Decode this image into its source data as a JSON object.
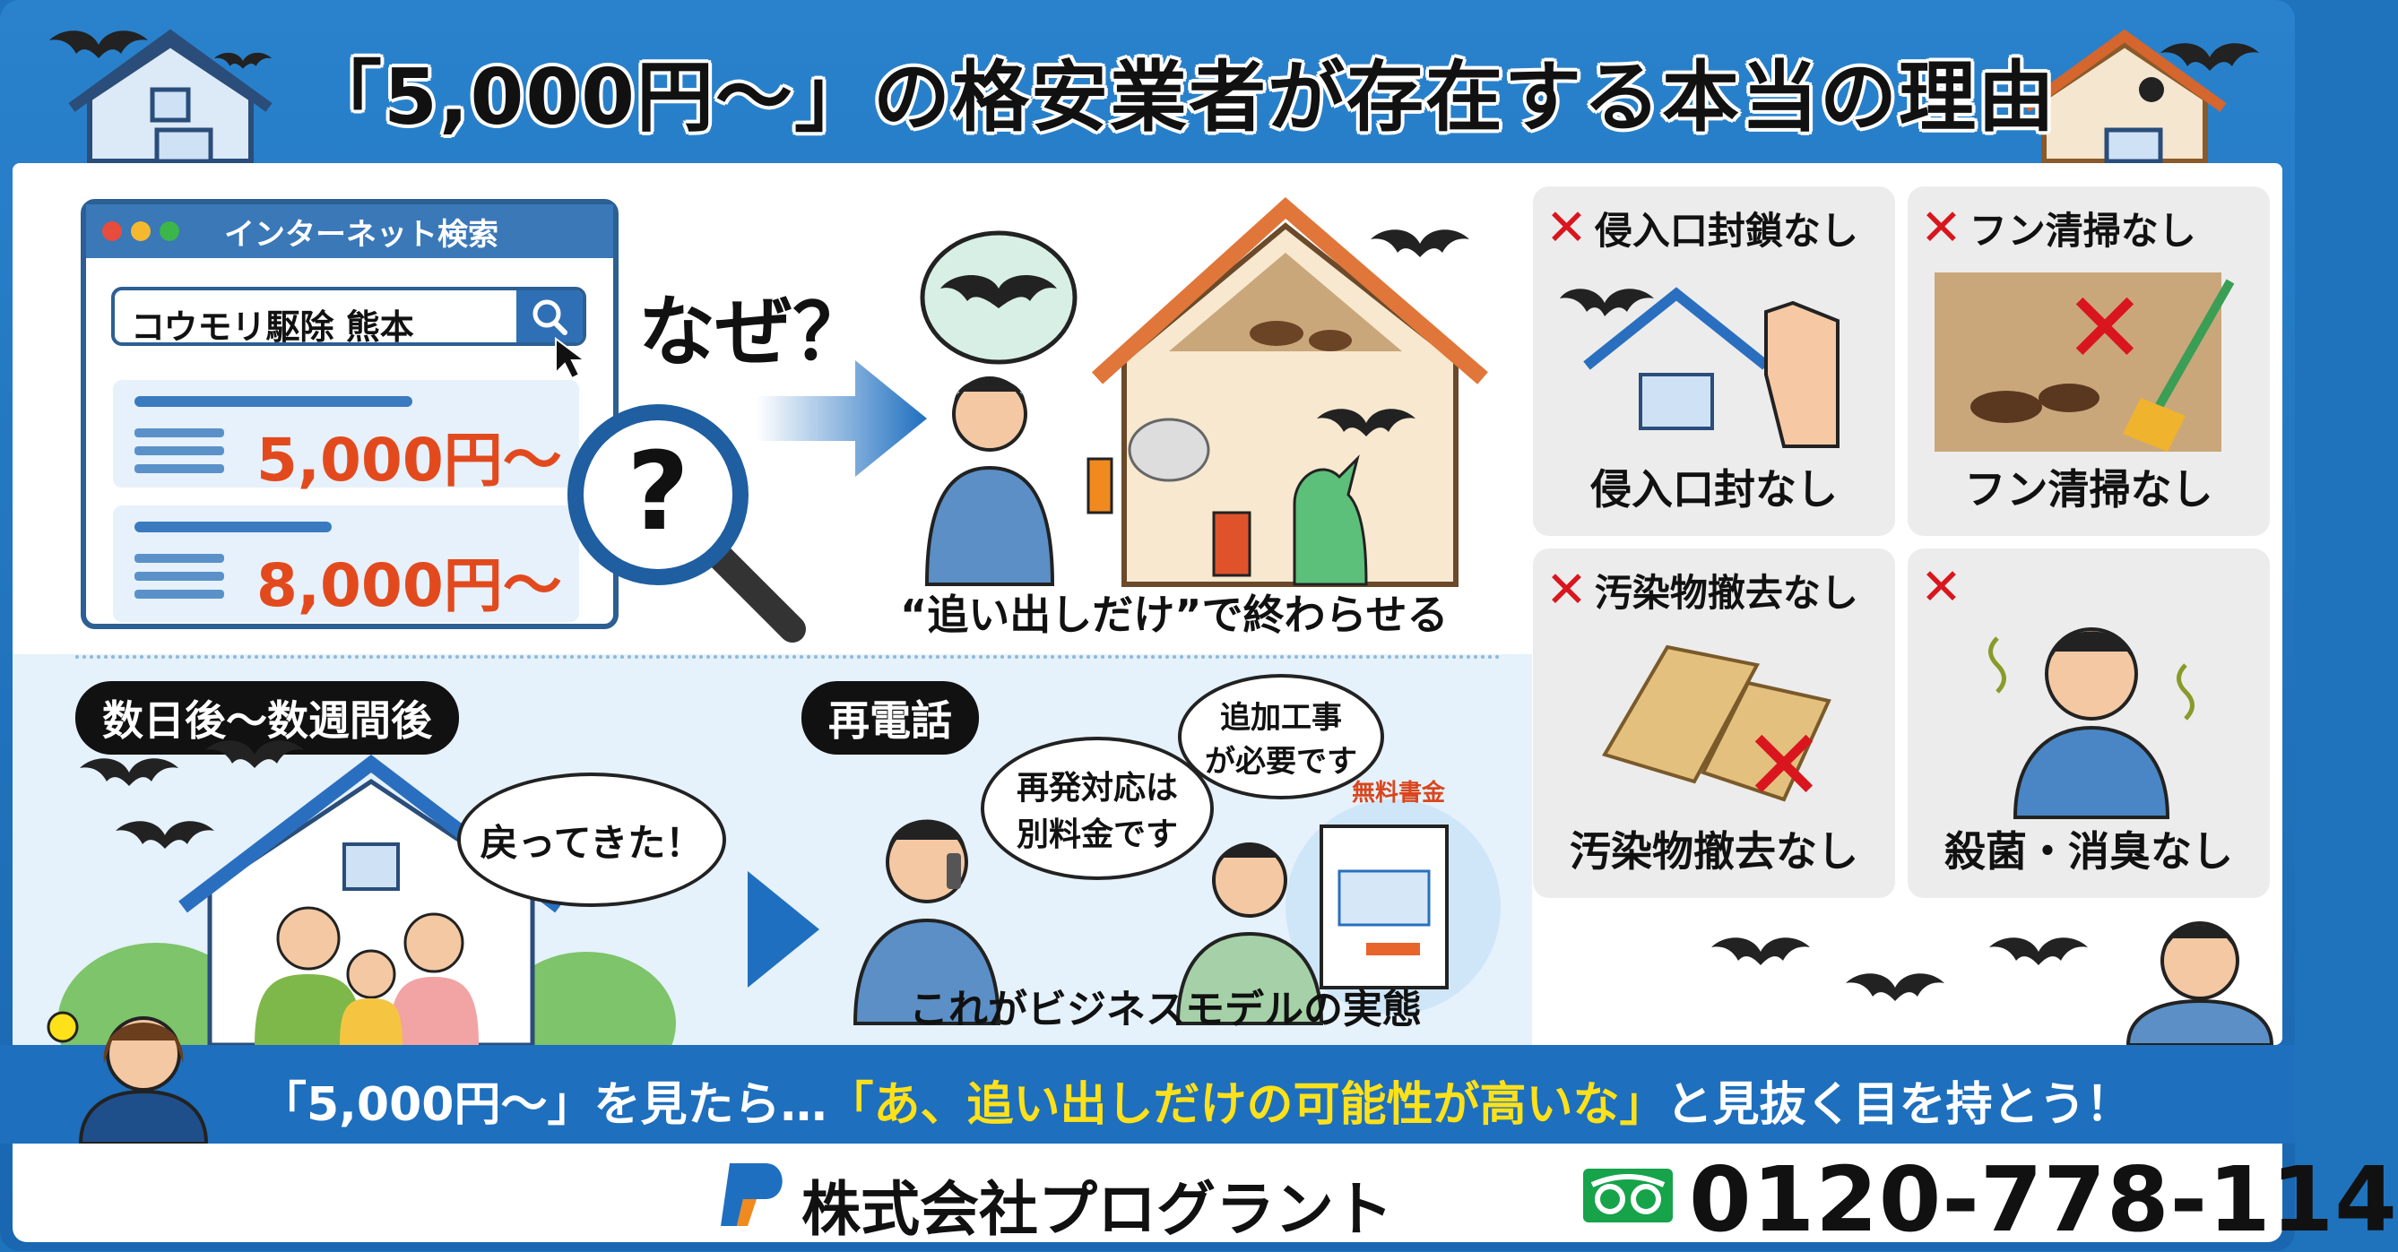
{
  "header": {
    "title": "「5,000円〜」の格安業者が存在する本当の理由"
  },
  "browser": {
    "title": "インターネット検索",
    "query": "コウモリ駆除 熊本",
    "results": [
      {
        "price": "5,000円〜"
      },
      {
        "price": "8,000円〜"
      }
    ]
  },
  "naze": "なぜ？",
  "spray_caption": "“追い出しだけ”で終わらせる",
  "cards": [
    {
      "head": "侵入口封鎖なし",
      "foot": "侵入口封なし"
    },
    {
      "head": "フン清掃なし",
      "foot": "フン清掃なし"
    },
    {
      "head": "汚染物撤去なし",
      "foot": "汚染物撤去なし"
    },
    {
      "head": "",
      "foot": "殺菌・消臭なし"
    }
  ],
  "lower": {
    "days_label": "数日後〜数週間後",
    "back_bubble": "戻ってきた！",
    "recall_label": "再電話",
    "bubble_extra": "再発対応は別料金です",
    "bubble_extra_1": "再発対応は",
    "bubble_extra_2": "別料金です",
    "bubble_add_1": "追加工事",
    "bubble_add_2": "が必要です",
    "invoice_label": "無料書金",
    "business_caption": "これがビジネスモデルの実態"
  },
  "banner": {
    "part1": "「5,000円〜」を見たら…",
    "highlight": "「あ、追い出しだけの可能性が高いな」",
    "part2": "と見抜く目を持とう！"
  },
  "footer": {
    "company": "株式会社プログラント",
    "phone": "0120-778-114"
  },
  "colors": {
    "brand_blue": "#1e6fbd",
    "price_orange": "#e24a1e",
    "cross_red": "#d9161e",
    "highlight_yellow": "#ffe11a"
  }
}
